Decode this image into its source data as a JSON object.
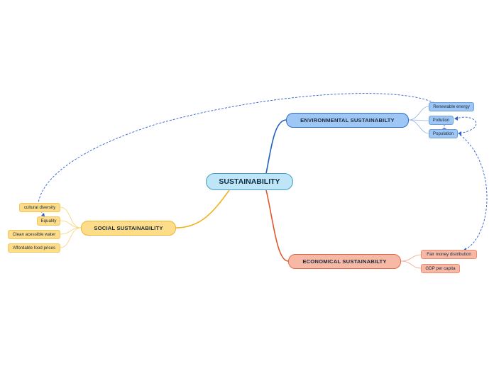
{
  "center": {
    "label": "SUSTAINABILITY"
  },
  "branches": {
    "environmental": {
      "label": "ENVIRONMENTAL SUSTAINABILTY",
      "color": "#2f6fc4",
      "leaves": [
        "Renewable energy",
        "Pollution",
        "Population"
      ]
    },
    "social": {
      "label": "SOCIAL SUSTAINABILITY",
      "color": "#efb32c",
      "leaves": [
        "cultural diversity",
        "Equality",
        "Clean acessible water",
        "Affordable food prices"
      ]
    },
    "economical": {
      "label": "ECONOMICAL SUSTAINABILTY",
      "color": "#e06a48",
      "leaves": [
        "Fair money distribution",
        "GDP per capita"
      ]
    }
  },
  "relation_color": "#2f5fd0"
}
